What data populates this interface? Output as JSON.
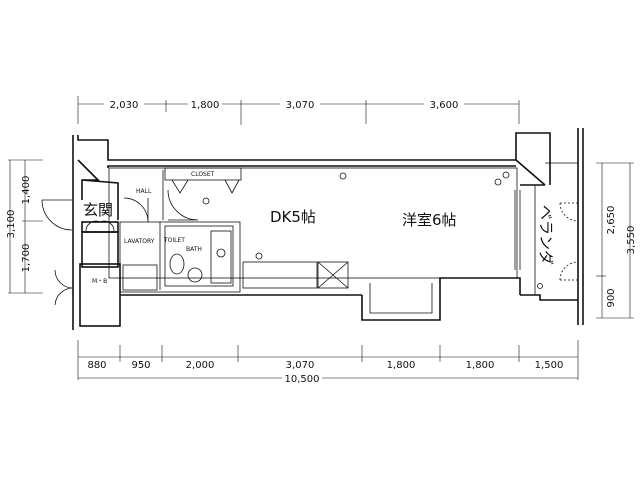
{
  "dimensions": {
    "top": [
      "2,030",
      "1,800",
      "3,070",
      "3,600"
    ],
    "bottom": [
      "880",
      "950",
      "2,000",
      "3,070",
      "1,800",
      "1,800",
      "1,500"
    ],
    "bottom_total": "10,500",
    "left_total": "3,100",
    "left": [
      "1,400",
      "1,700"
    ],
    "right": [
      "2,650",
      "900"
    ],
    "right_total": "3,550"
  },
  "rooms": {
    "entrance": "玄関",
    "hall": "HALL",
    "closet": "CLOSET",
    "lavatory": "LAVATORY",
    "toilet": "TOILET",
    "bath": "BATH",
    "meter_box": "M・B",
    "dining_kitchen": "DK5帖",
    "western_room": "洋室6帖",
    "veranda": "ベランダ"
  }
}
